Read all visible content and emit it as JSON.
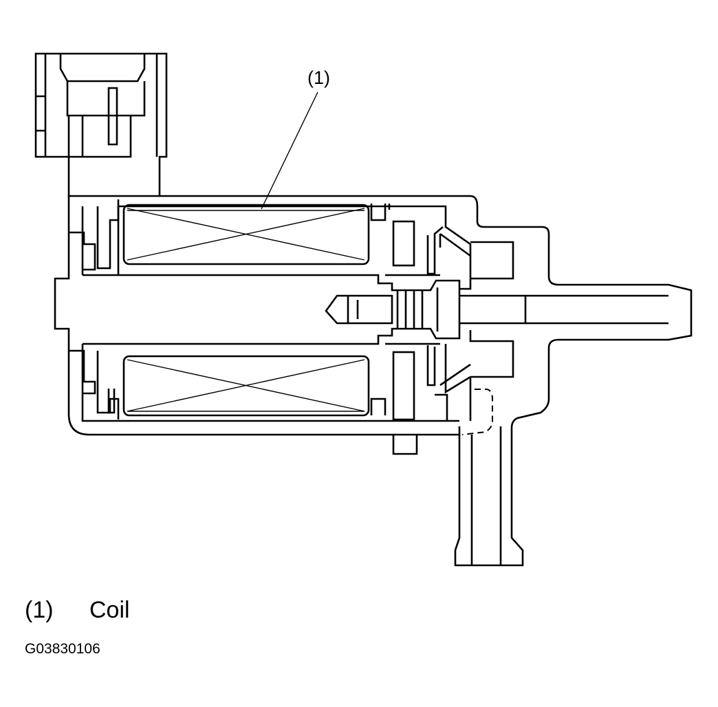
{
  "diagram": {
    "callout": "(1)",
    "legend": [
      {
        "number": "(1)",
        "label": "Coil"
      }
    ],
    "figure_id": "G03830106"
  }
}
